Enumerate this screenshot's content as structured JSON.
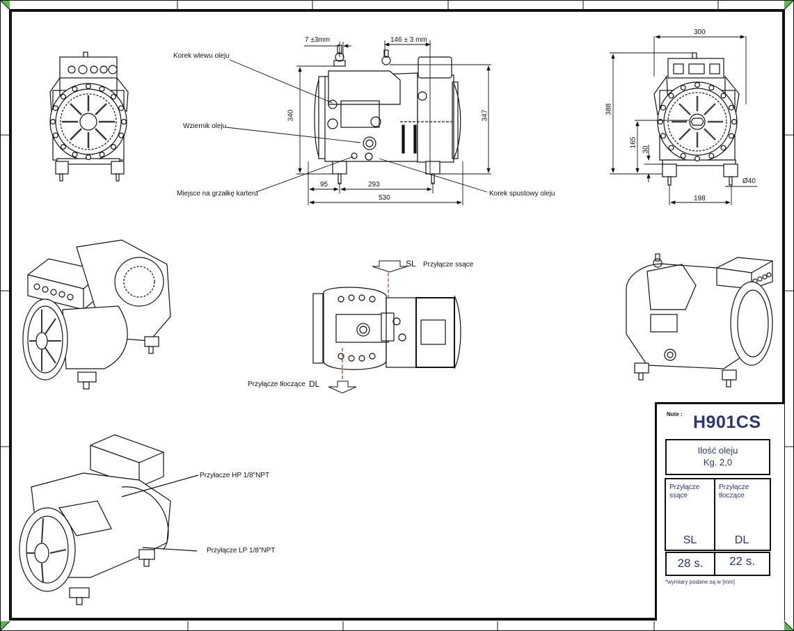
{
  "sheet": {
    "frame_color": "#111111",
    "corner_marker_color": "#5bb84a"
  },
  "front_view": {
    "callouts": {
      "oil_fill_plug": "Korek wlewu oleju",
      "oil_sight_glass": "Wziernik oleju",
      "crankcase_heater": "Miejsce na grzałkę karteru",
      "oil_drain_plug": "Korek spustowy oleju"
    },
    "dimensions": {
      "fill_offset": "7 ±3mm",
      "center_offset": "146 ± 3 mm",
      "height_left": "340",
      "height_right": "347",
      "foot_offset": "95",
      "foot_spacing": "293",
      "overall_length": "530"
    }
  },
  "side_view": {
    "dimensions": {
      "width": "300",
      "total_height": "388",
      "shaft_height": "165",
      "foot_height": "30",
      "foot_spacing": "198",
      "foot_diameter": "Ø40"
    }
  },
  "top_view": {
    "suction": {
      "code": "SL",
      "label": "Przyłącze ssące"
    },
    "discharge": {
      "code": "DL",
      "label": "Przyłącze tłoczące"
    },
    "suction_line_color": "#d42020"
  },
  "iso_view": {
    "hp_port": "Przyłacze HP 1/8\"NPT",
    "lp_port": "Przyłącze LP 1/8\"NPT"
  },
  "title_block": {
    "note_label": "Note :",
    "model": "H901CS",
    "model_color": "#2a3576",
    "oil_title": "Ilość oleju",
    "oil_amount": "Kg.  2,0",
    "suction_title_1": "Przyłącze",
    "suction_title_2": "ssące",
    "discharge_title_1": "Przyłącze",
    "discharge_title_2": "tłoczące",
    "suction_code": "SL",
    "discharge_code": "DL",
    "suction_size": "28 s.",
    "discharge_size": "22 s.",
    "footnote": "*wymiary podane są w [mm]"
  }
}
